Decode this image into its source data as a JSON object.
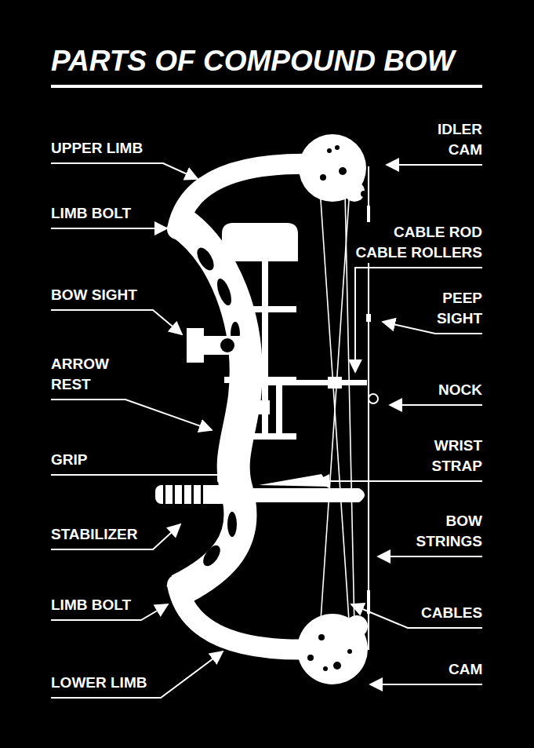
{
  "diagram": {
    "title": "PARTS OF COMPOUND BOW",
    "labels": [
      "UPPER LIMB",
      "LIMB BOLT",
      "BOW SIGHT",
      "ARROW REST",
      "GRIP",
      "STABILIZER",
      "LIMB BOLT",
      "LOWER LIMB",
      "IDLER CAM",
      "CABLE ROD CABLE ROLLERS",
      "PEEP SIGHT",
      "NOCK",
      "WRIST STRAP",
      "BOW STRINGS",
      "CABLES",
      "CAM"
    ]
  }
}
